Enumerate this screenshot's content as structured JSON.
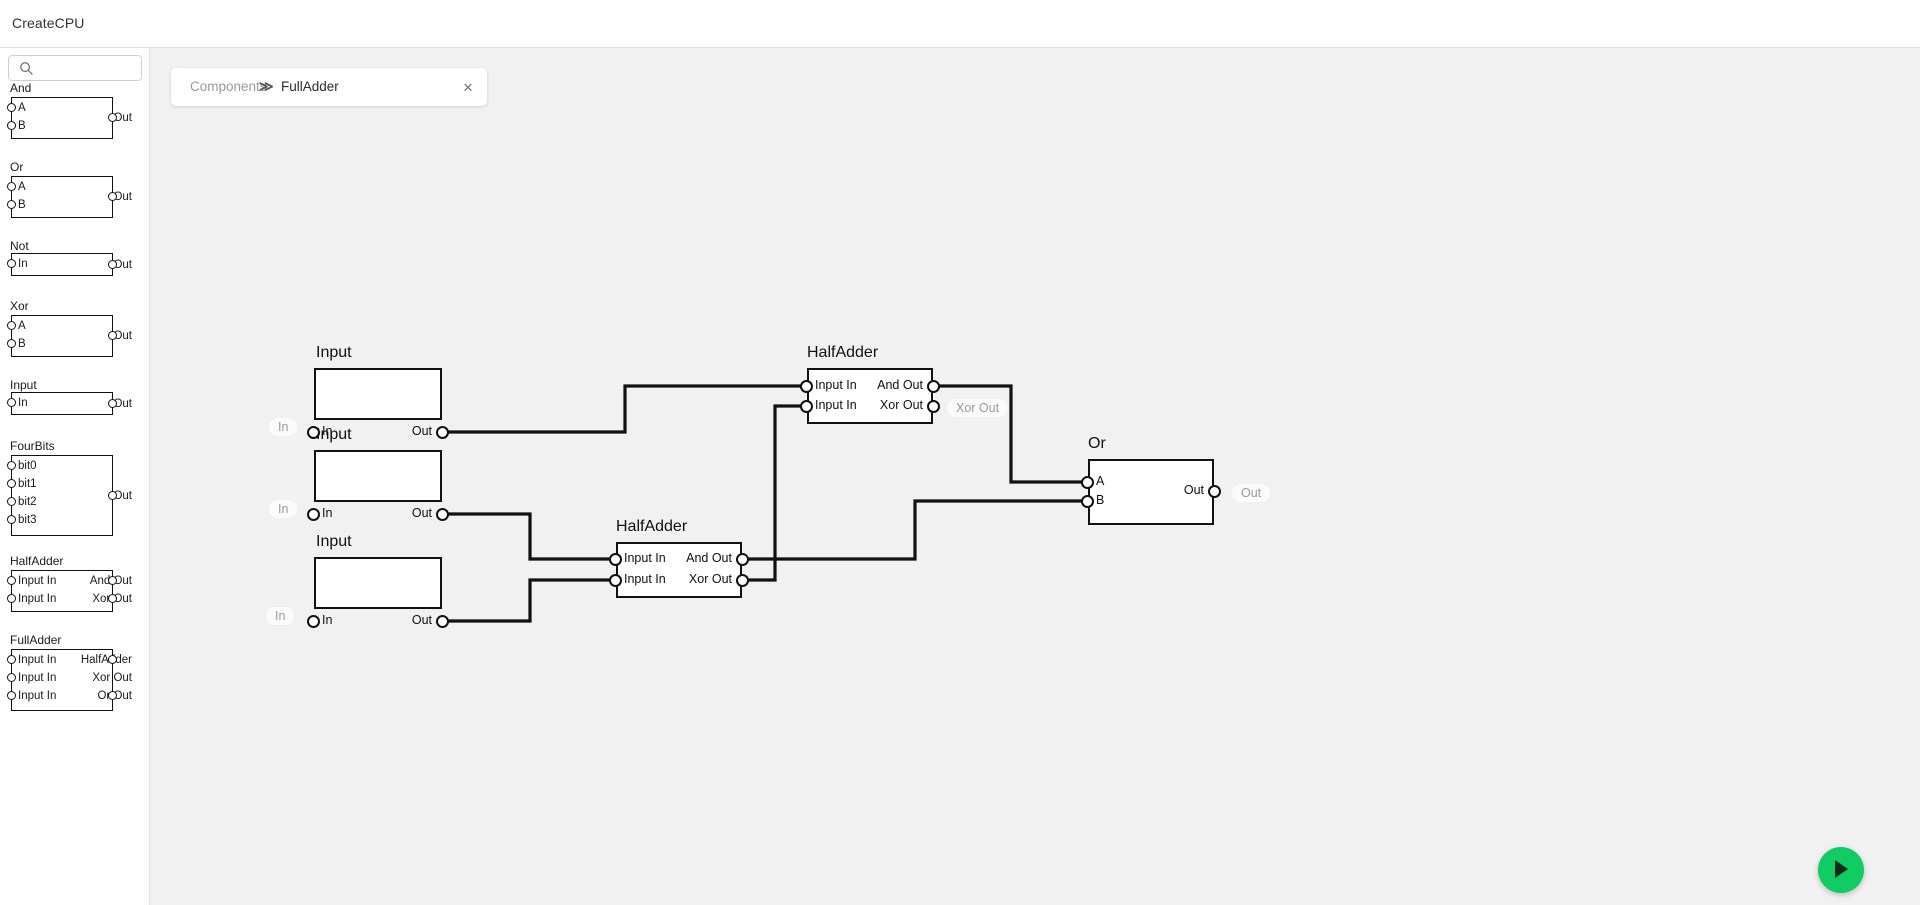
{
  "app": {
    "title": "CreateCPU"
  },
  "sidebar": {
    "search": {
      "placeholder": "",
      "value": "",
      "icon": "search-icon"
    },
    "items": [
      {
        "name": "And",
        "inputs": [
          "A",
          "B"
        ],
        "outputs": [
          "Out"
        ]
      },
      {
        "name": "Or",
        "inputs": [
          "A",
          "B"
        ],
        "outputs": [
          "Out"
        ]
      },
      {
        "name": "Not",
        "inputs": [
          "In"
        ],
        "outputs": [
          "Out"
        ]
      },
      {
        "name": "Xor",
        "inputs": [
          "A",
          "B"
        ],
        "outputs": [
          "Out"
        ]
      },
      {
        "name": "Input",
        "inputs": [
          "In"
        ],
        "outputs": [
          "Out"
        ]
      },
      {
        "name": "FourBits",
        "inputs": [
          "bit0",
          "bit1",
          "bit2",
          "bit3"
        ],
        "outputs": [
          "Out"
        ]
      },
      {
        "name": "HalfAdder",
        "inputs": [
          "Input In",
          "Input In"
        ],
        "outputs": [
          "And Out",
          "Xor Out"
        ]
      },
      {
        "name": "FullAdder",
        "inputs": [
          "Input In",
          "Input In",
          "Input In"
        ],
        "outputs": [
          "HalfAdder",
          "Xor Out",
          "Or Out"
        ]
      }
    ]
  },
  "tab": {
    "breadcrumb_root": "Components",
    "breadcrumb_separator": "≫",
    "breadcrumb_current": "FullAdder",
    "close_label": "✕"
  },
  "canvas": {
    "nodes": [
      {
        "id": "input1",
        "title": "Input",
        "pill_left": "In",
        "inputs": [
          "In"
        ],
        "outputs": [
          "Out"
        ]
      },
      {
        "id": "input2",
        "title": "Input",
        "pill_left": "In",
        "inputs": [
          "In"
        ],
        "outputs": [
          "Out"
        ]
      },
      {
        "id": "input3",
        "title": "Input",
        "pill_left": "In",
        "inputs": [
          "In"
        ],
        "outputs": [
          "Out"
        ]
      },
      {
        "id": "halfadder-top",
        "title": "HalfAdder",
        "pill_right": "Xor Out",
        "inputs": [
          "Input In",
          "Input In"
        ],
        "outputs": [
          "And Out",
          "Xor Out"
        ]
      },
      {
        "id": "halfadder-bottom",
        "title": "HalfAdder",
        "inputs": [
          "Input In",
          "Input In"
        ],
        "outputs": [
          "And Out",
          "Xor Out"
        ]
      },
      {
        "id": "or-gate",
        "title": "Or",
        "pill_right": "Out",
        "inputs": [
          "A",
          "B"
        ],
        "outputs": [
          "Out"
        ]
      }
    ]
  },
  "run_button": {
    "icon": "play-icon",
    "color": "#10cc62"
  },
  "colors": {
    "canvas_background": "#f1f1f1",
    "panel_background": "#ffffff",
    "node_stroke": "#111111",
    "wire": "#111111",
    "accent_green": "#10cc62",
    "muted_text": "#9a9a9a"
  }
}
